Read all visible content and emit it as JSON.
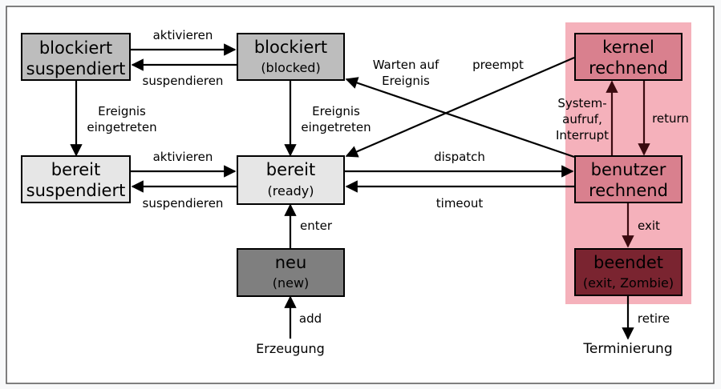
{
  "colors": {
    "background": "#f8f9fa",
    "frame": "#555555",
    "kernel_zone": "#f5b1bb",
    "blockiert_fill": "#bdbdbd",
    "bereit_fill": "#e6e6e6",
    "neu_fill": "#7f7f7f",
    "kernel_fill": "#d9808e",
    "benutzer_fill": "#d9808e",
    "beendet_fill": "#7a2430",
    "beendet_text": "#e08a96"
  },
  "nodes": {
    "blockiert_suspendiert": {
      "line1": "blockiert",
      "line2": "suspendiert"
    },
    "blockiert": {
      "line1": "blockiert",
      "line2": "(blocked)"
    },
    "bereit_suspendiert": {
      "line1": "bereit",
      "line2": "suspendiert"
    },
    "bereit": {
      "line1": "bereit",
      "line2": "(ready)"
    },
    "neu": {
      "line1": "neu",
      "line2": "(new)"
    },
    "kernel": {
      "line1": "kernel",
      "line2": "rechnend"
    },
    "benutzer": {
      "line1": "benutzer",
      "line2": "rechnend"
    },
    "beendet": {
      "line1": "beendet",
      "line2": "(exit, Zombie)"
    }
  },
  "edges": {
    "aktivieren_top": "aktivieren",
    "suspendieren_top": "suspendieren",
    "aktivieren_mid": "aktivieren",
    "suspendieren_mid": "suspendieren",
    "ereignis_left_1": "Ereignis",
    "ereignis_left_2": "eingetreten",
    "ereignis_mid_1": "Ereignis",
    "ereignis_mid_2": "eingetreten",
    "warten_1": "Warten auf",
    "warten_2": "Ereignis",
    "preempt": "preempt",
    "dispatch": "dispatch",
    "timeout": "timeout",
    "system_1": "System-",
    "system_2": "aufruf,",
    "system_3": "Interrupt",
    "return": "return",
    "exit": "exit",
    "retire": "retire",
    "enter": "enter",
    "add": "add"
  },
  "terminals": {
    "erzeugung": "Erzeugung",
    "terminierung": "Terminierung"
  }
}
